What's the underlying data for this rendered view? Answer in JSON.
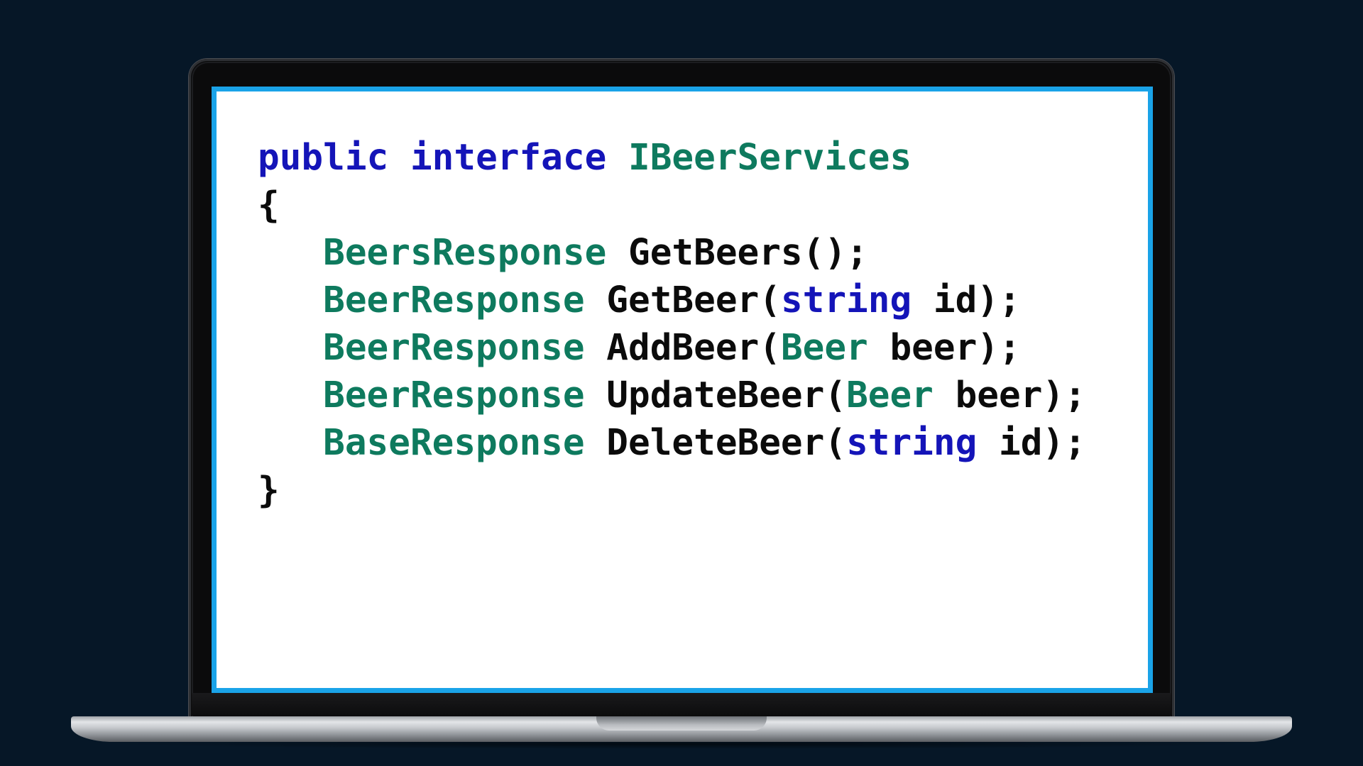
{
  "colors": {
    "background": "#061727",
    "screen_border": "#1aa3e8",
    "keyword": "#1414b8",
    "type": "#0e7a5e",
    "text": "#0b0b0b"
  },
  "code": {
    "lines": [
      {
        "tokens": [
          {
            "t": "public",
            "k": "kw"
          },
          {
            "t": " ",
            "k": "plain"
          },
          {
            "t": "interface",
            "k": "kw"
          },
          {
            "t": " ",
            "k": "plain"
          },
          {
            "t": "IBeerServices",
            "k": "ty"
          }
        ]
      },
      {
        "tokens": [
          {
            "t": "{",
            "k": "plain"
          }
        ]
      },
      {
        "tokens": [
          {
            "t": "   ",
            "k": "plain"
          },
          {
            "t": "BeersResponse",
            "k": "ty"
          },
          {
            "t": " GetBeers();",
            "k": "plain"
          }
        ]
      },
      {
        "tokens": [
          {
            "t": "   ",
            "k": "plain"
          },
          {
            "t": "BeerResponse",
            "k": "ty"
          },
          {
            "t": " GetBeer(",
            "k": "plain"
          },
          {
            "t": "string",
            "k": "kw"
          },
          {
            "t": " id);",
            "k": "plain"
          }
        ]
      },
      {
        "tokens": [
          {
            "t": "   ",
            "k": "plain"
          },
          {
            "t": "BeerResponse",
            "k": "ty"
          },
          {
            "t": " AddBeer(",
            "k": "plain"
          },
          {
            "t": "Beer",
            "k": "ty"
          },
          {
            "t": " beer);",
            "k": "plain"
          }
        ]
      },
      {
        "tokens": [
          {
            "t": "   ",
            "k": "plain"
          },
          {
            "t": "BeerResponse",
            "k": "ty"
          },
          {
            "t": " UpdateBeer(",
            "k": "plain"
          },
          {
            "t": "Beer",
            "k": "ty"
          },
          {
            "t": " beer);",
            "k": "plain"
          }
        ]
      },
      {
        "tokens": [
          {
            "t": "   ",
            "k": "plain"
          },
          {
            "t": "BaseResponse",
            "k": "ty"
          },
          {
            "t": " DeleteBeer(",
            "k": "plain"
          },
          {
            "t": "string",
            "k": "kw"
          },
          {
            "t": " id);",
            "k": "plain"
          }
        ]
      },
      {
        "tokens": [
          {
            "t": "}",
            "k": "plain"
          }
        ]
      }
    ]
  }
}
